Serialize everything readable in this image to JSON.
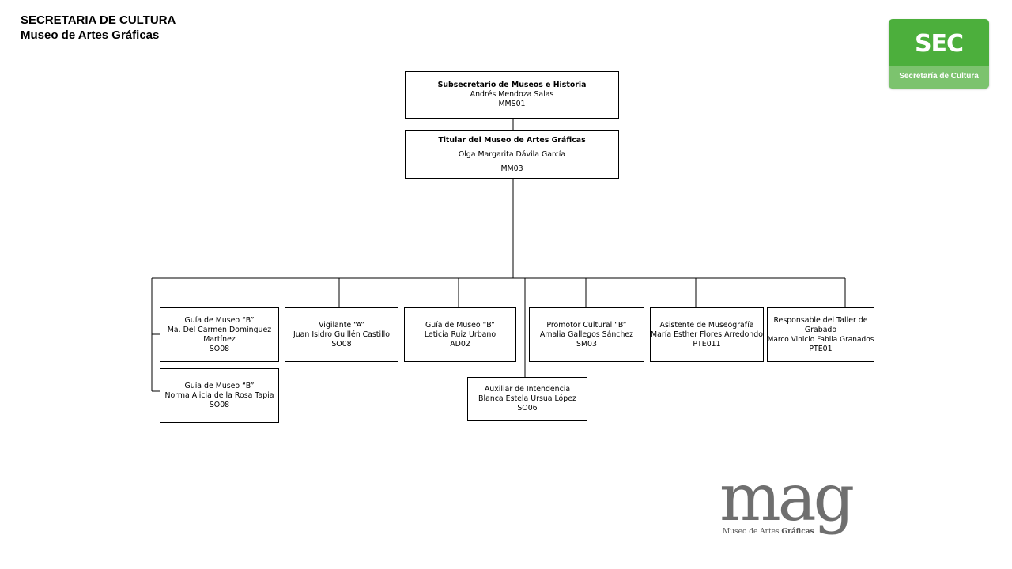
{
  "header": {
    "title": "SECRETARIA DE CULTURA",
    "subtitle": "Museo de Artes Gráficas"
  },
  "sec_logo": {
    "main": "SEC",
    "caption": "Secretaría de Cultura",
    "color": "#4caf3c"
  },
  "org": {
    "subsecretario": {
      "role": "Subsecretario de Museos e Historia",
      "name": "Andrés Mendoza Salas",
      "code": "MMS01"
    },
    "titular": {
      "role": "Titular  del Museo de  Artes Gráficas",
      "name": "Olga Margarita Dávila García",
      "code": "MM03"
    },
    "guia_b1": {
      "role": "Guía de Museo “B”",
      "name1": "Ma. Del Carmen Domínguez",
      "name2": "Martínez",
      "code": "SO08"
    },
    "guia_b2": {
      "role": "Guía de Museo “B”",
      "name": "Norma Alicia de la Rosa Tapia",
      "code": "SO08"
    },
    "vigilante": {
      "role": "Vigilante “A”",
      "name": "Juan Isidro  Guillén Castillo",
      "code": "SO08"
    },
    "guia_b3": {
      "role": "Guía de Museo “B”",
      "name": "Leticia  Ruiz Urbano",
      "code": "AD02"
    },
    "auxiliar": {
      "role": "Auxiliar de Intendencia",
      "name": "Blanca Estela Ursua López",
      "code": "SO06"
    },
    "promotor": {
      "role": "Promotor Cultural “B”",
      "name": "Amalia Gallegos Sánchez",
      "code": "SM03"
    },
    "asistente": {
      "role": "Asistente de Museografía",
      "name": "María Esther Flores Arredondo",
      "code": "PTE011"
    },
    "responsable": {
      "role1": "Responsable del Taller de",
      "role2": "Grabado",
      "name": "Marco Vinicio Fabila Granados",
      "code": "PTE01"
    }
  },
  "mag_logo": {
    "word": "mag",
    "caption_plain": "Museo de Artes ",
    "caption_bold": "Gráficas"
  }
}
